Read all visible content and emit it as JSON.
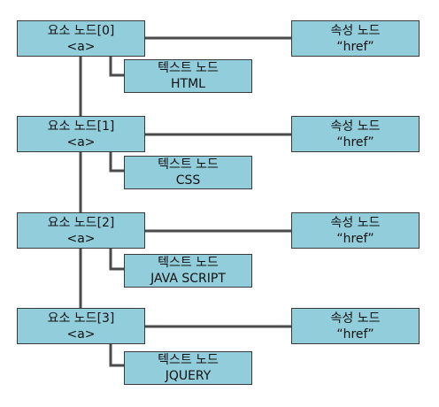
{
  "diagram": {
    "groups": [
      {
        "element": {
          "title": "요소 노드[0]",
          "tag": "<a>"
        },
        "attribute": {
          "title": "속성 노드",
          "value": "“href”"
        },
        "text": {
          "title": "텍스트 노드",
          "value": "HTML"
        }
      },
      {
        "element": {
          "title": "요소 노드[1]",
          "tag": "<a>"
        },
        "attribute": {
          "title": "속성 노드",
          "value": "“href”"
        },
        "text": {
          "title": "텍스트 노드",
          "value": "CSS"
        }
      },
      {
        "element": {
          "title": "요소 노드[2]",
          "tag": "<a>"
        },
        "attribute": {
          "title": "속성 노드",
          "value": "“href”"
        },
        "text": {
          "title": "텍스트 노드",
          "value": "JAVA SCRIPT"
        }
      },
      {
        "element": {
          "title": "요소 노드[3]",
          "tag": "<a>"
        },
        "attribute": {
          "title": "속성 노드",
          "value": "“href”"
        },
        "text": {
          "title": "텍스트 노드",
          "value": "JQUERY"
        }
      }
    ],
    "colors": {
      "node_fill": "#92cddc",
      "node_border": "#3a3a3a",
      "connector": "#4a4a4a"
    }
  }
}
